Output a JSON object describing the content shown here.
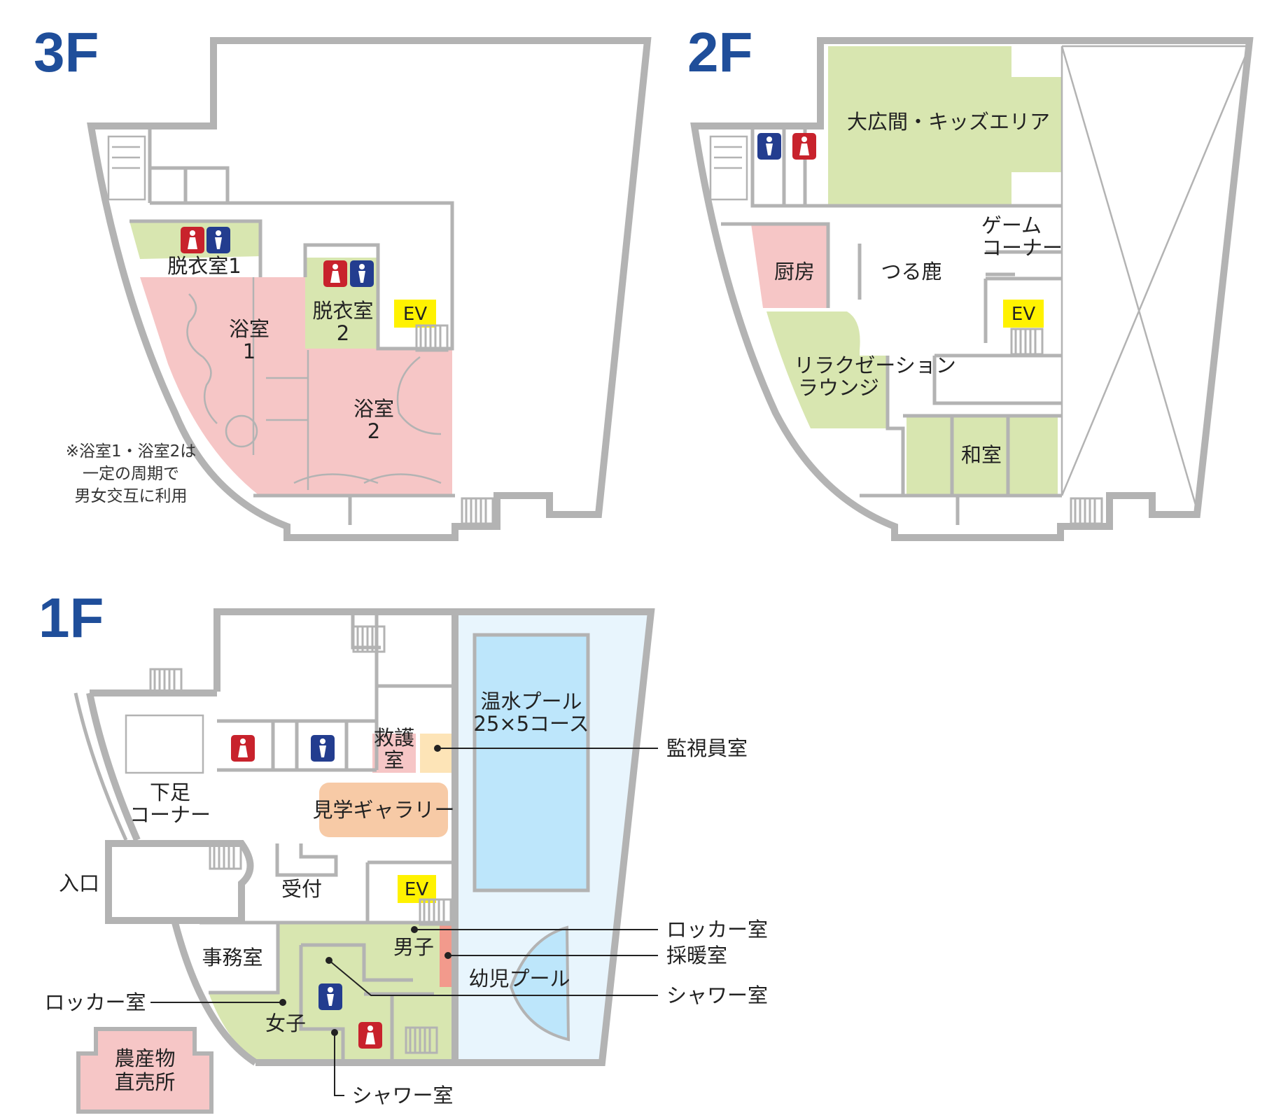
{
  "colors": {
    "wall": "#b3b3b3",
    "bath_pink": "#f6c6c6",
    "green": "#d8e6b0",
    "pool_bg": "#e8f5fd",
    "pool": "#bde6fb",
    "gallery": "#f7caa6",
    "monitor": "#fde4b7",
    "heater": "#f29a8c",
    "ev": "#fff200",
    "floor_label": "#1f4e9a",
    "restroom_female": "#c8222c",
    "restroom_male": "#233d8f"
  },
  "floors": {
    "f3": {
      "label": "3F",
      "rooms": {
        "dressing1": "脱衣室1",
        "bath1_a": "浴室",
        "bath1_b": "1",
        "dressing2_a": "脱衣室",
        "dressing2_b": "2",
        "bath2_a": "浴室",
        "bath2_b": "2",
        "ev": "EV"
      },
      "note": [
        "※浴室1・浴室2は",
        "一定の周期で",
        "男女交互に利用"
      ]
    },
    "f2": {
      "label": "2F",
      "rooms": {
        "hall": "大広間・キッズエリア",
        "game_a": "ゲーム",
        "game_b": "コーナー",
        "kitchen": "厨房",
        "tsurushika": "つる鹿",
        "ev": "EV",
        "lounge_a": "リラクゼーション",
        "lounge_b": "ラウンジ",
        "washitsu": "和室"
      }
    },
    "f1": {
      "label": "1F",
      "rooms": {
        "pool_a": "温水プール",
        "pool_b": "25×5コース",
        "rescue_a": "救護",
        "rescue_b": "室",
        "monitor": "監視員室",
        "shoes_a": "下足",
        "shoes_b": "コーナー",
        "gallery": "見学ギャラリー",
        "entrance": "入口",
        "reception": "受付",
        "ev": "EV",
        "office": "事務室",
        "male": "男子",
        "female": "女子",
        "locker_m": "ロッカー室",
        "heater": "採暖室",
        "kids_pool": "幼児プール",
        "shower_m": "シャワー室",
        "locker_f": "ロッカー室",
        "shower_f": "シャワー室",
        "market_a": "農産物",
        "market_b": "直売所"
      }
    }
  }
}
